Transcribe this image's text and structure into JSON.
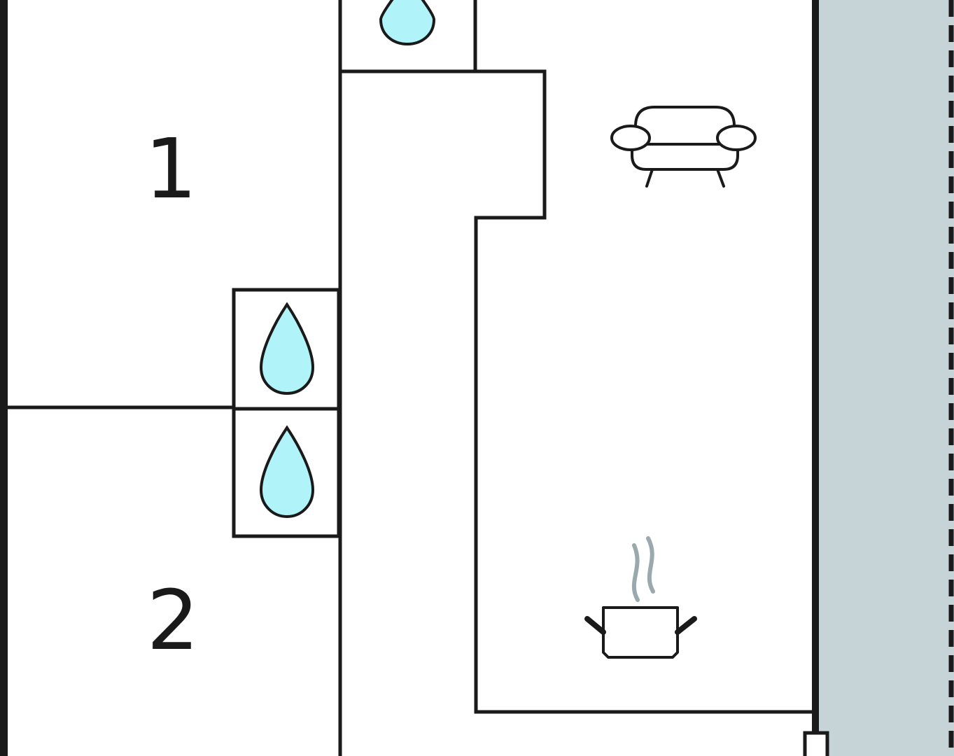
{
  "rooms": [
    {
      "id": "bedroom-1",
      "label": "1"
    },
    {
      "id": "bedroom-2",
      "label": "2"
    }
  ],
  "icons": [
    {
      "name": "water-drop-icon",
      "meaning": "bathroom"
    },
    {
      "name": "sofa-icon",
      "meaning": "living-room"
    },
    {
      "name": "cooking-pot-icon",
      "meaning": "kitchen"
    }
  ],
  "colors": {
    "wall": "#1a1a1a",
    "water_fill": "#b0f3f8",
    "outside_fill": "#c6d4d8",
    "steam": "#9aa9ad",
    "background": "#ffffff"
  }
}
